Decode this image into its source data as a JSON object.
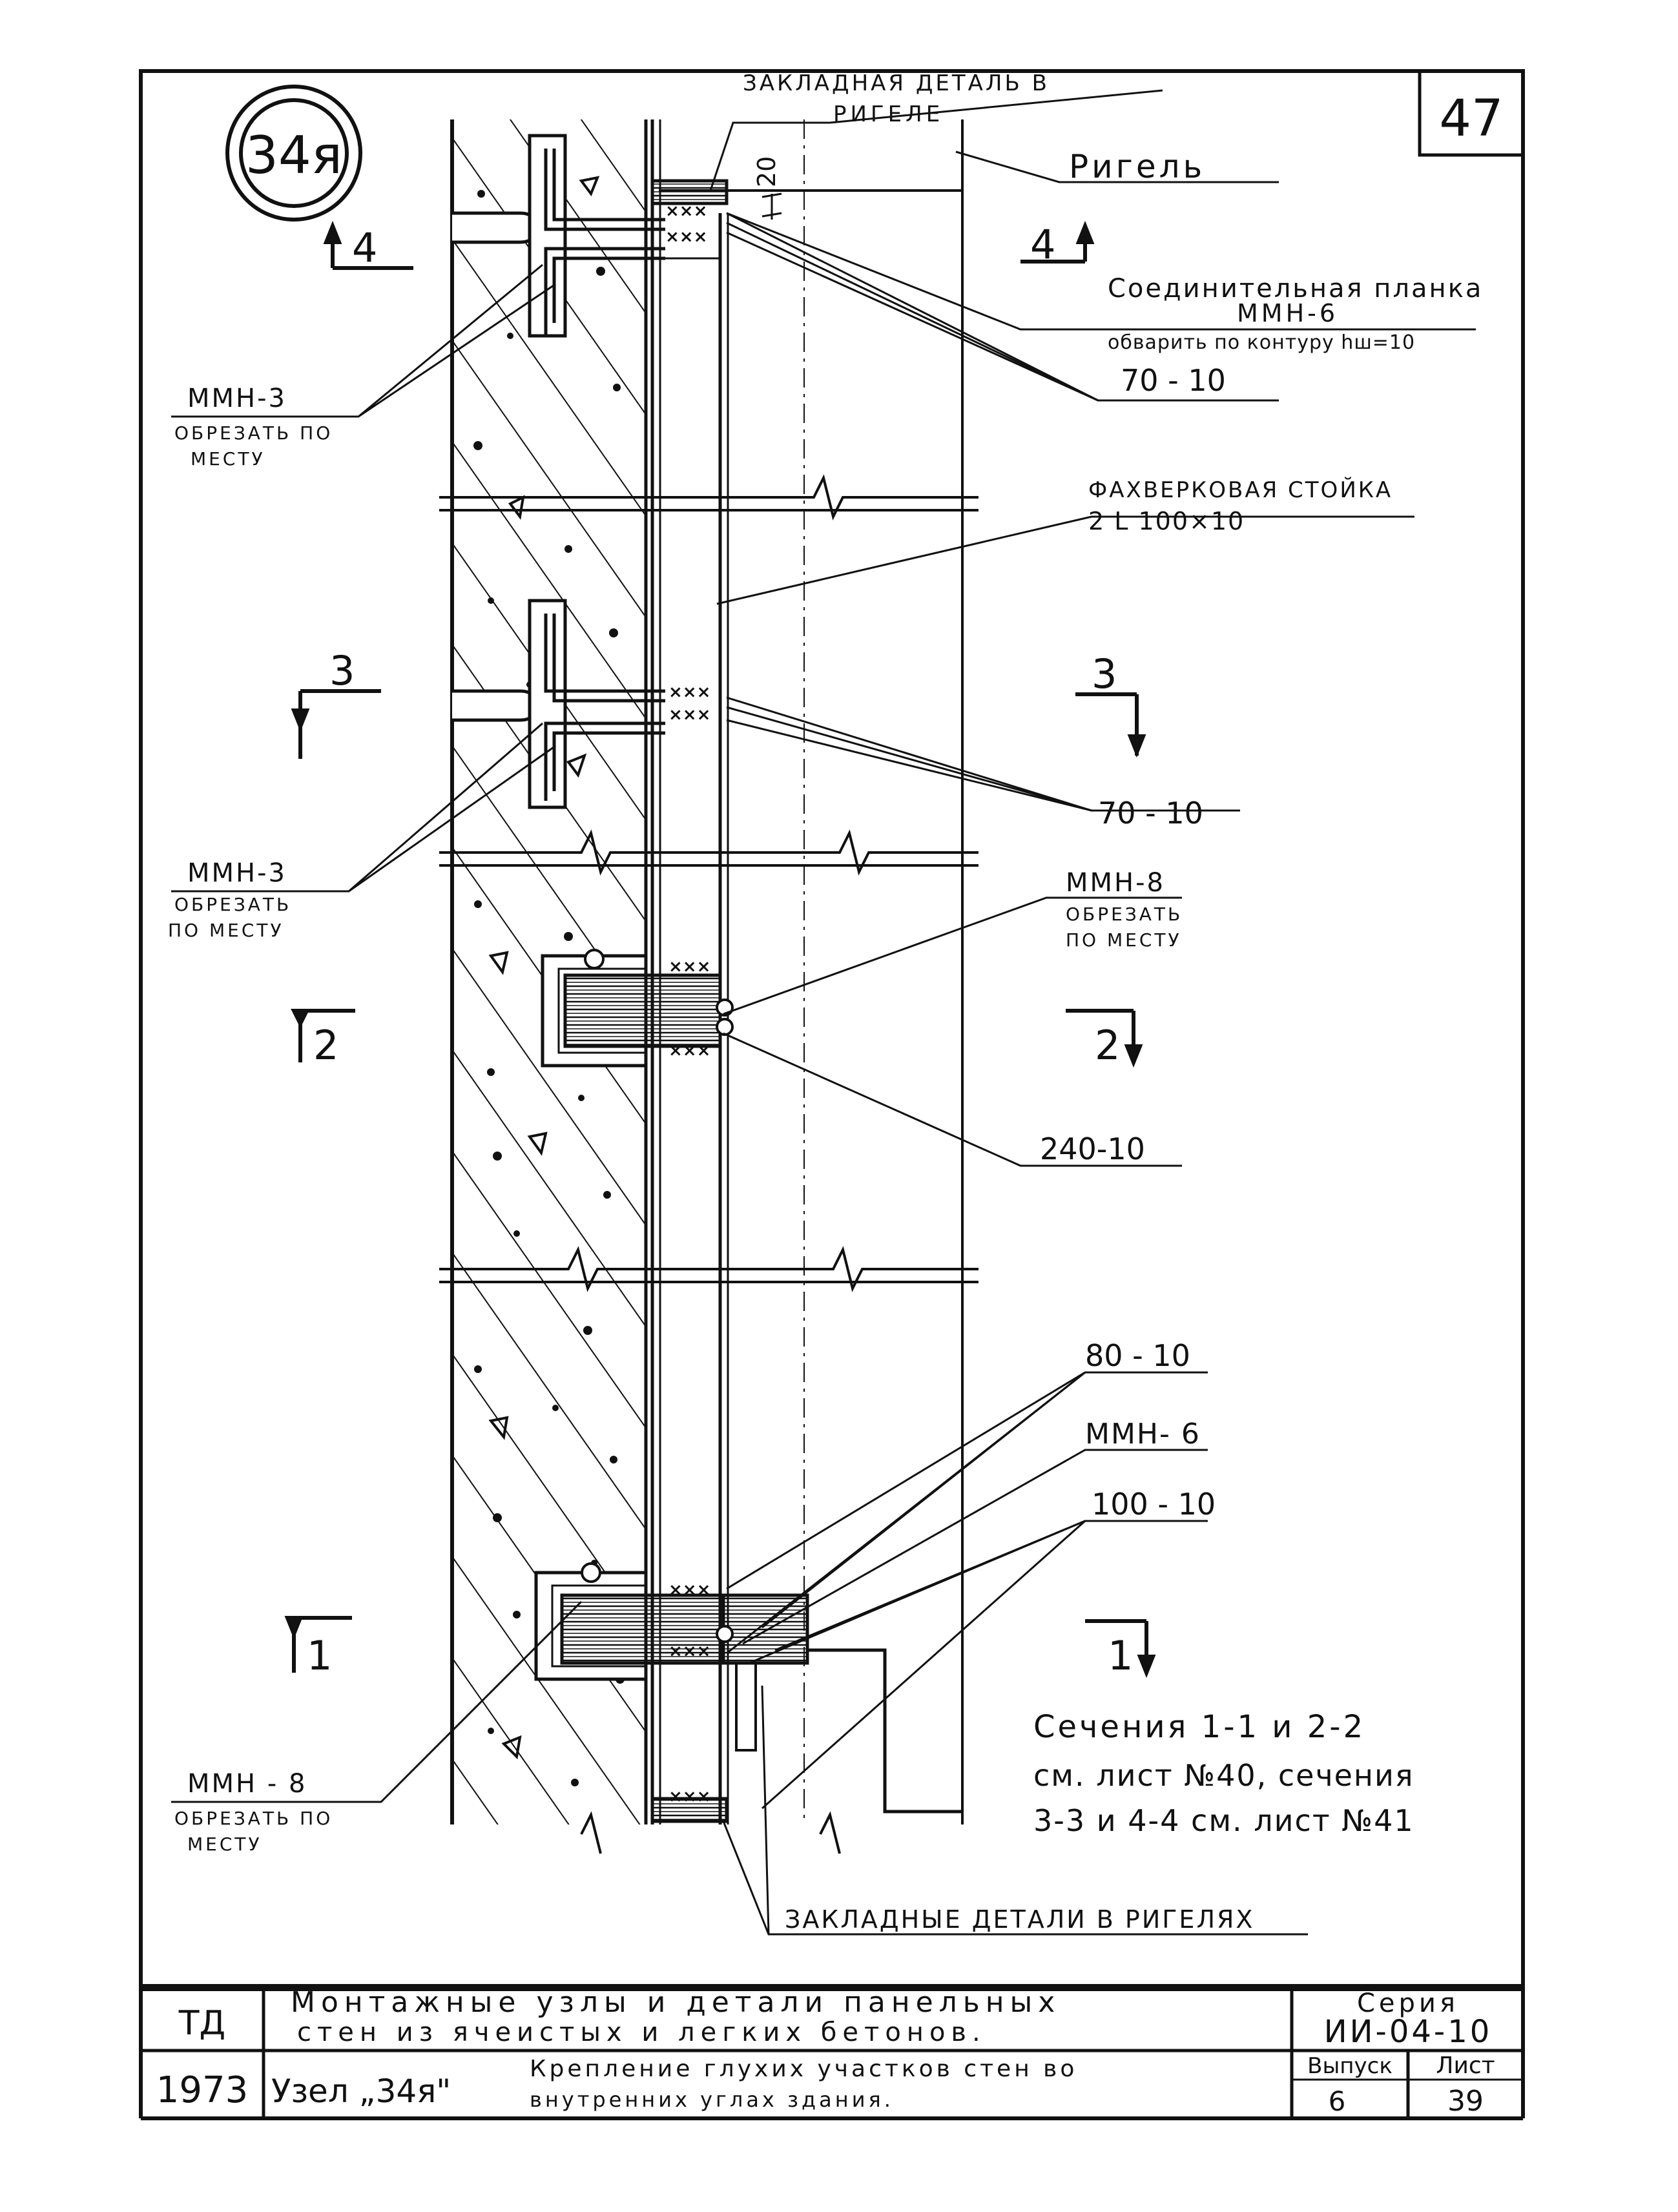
{
  "sheet": {
    "page_number": "47",
    "node_badge": "34я",
    "colors": {
      "ink": "#111111",
      "paper": "#ffffff"
    }
  },
  "labels": {
    "zakladnaya_line1": "ЗАКЛАДНАЯ ДЕТАЛЬ В",
    "zakladnaya_line2": "РИГЕЛЕ",
    "rigel": "Ригель",
    "dim_20": "20",
    "soed_line1": "Соединительная планка",
    "soed_line2": "ММН-6",
    "soed_line3": "обварить по контуру hш=10",
    "weld_70_10_a": "70 - 10",
    "mmn3_a_line1": "ММН-3",
    "mmn3_a_line2": "ОБРЕЗАТЬ ПО",
    "mmn3_a_line3": "МЕСТУ",
    "fachwerk_line1": "ФАХВЕРКОВАЯ СТОЙКА",
    "fachwerk_line2": "2 L 100×10",
    "weld_70_10_b": "70 - 10",
    "mmn3_b_line1": "ММН-3",
    "mmn3_b_line2": "ОБРЕЗАТЬ",
    "mmn3_b_line3": "ПО МЕСТУ",
    "mmn8_a_line1": "ММН-8",
    "mmn8_a_line2": "ОБРЕЗАТЬ",
    "mmn8_a_line3": "ПО МЕСТУ",
    "weld_240_10": "240-10",
    "weld_80_10": "80 - 10",
    "mmn6": "ММН- 6",
    "weld_100_10": "100 - 10",
    "mmn8_b_line1": "ММН - 8",
    "mmn8_b_line2": "ОБРЕЗАТЬ ПО",
    "mmn8_b_line3": "МЕСТУ",
    "note_line1": "Сечения 1-1 и 2-2",
    "note_line2": "см. лист №40, сечения",
    "note_line3": "3-3 и 4-4 см. лист №41",
    "zakladnye_bottom": "ЗАКЛАДНЫЕ ДЕТАЛИ В РИГЕЛЯХ"
  },
  "section_marks": {
    "s4_left": "4",
    "s4_right": "4",
    "s3_left": "3",
    "s3_right": "3",
    "s2_left": "2",
    "s2_right": "2",
    "s1_left": "1",
    "s1_right": "1"
  },
  "title_block": {
    "org": "ТД",
    "year": "1973",
    "title_line1": "Монтажные узлы и детали панельных",
    "title_line2": "стен из ячеистых и легких бетонов.",
    "series_label": "Серия",
    "series_value": "ИИ-04-10",
    "node_label": "Узел „34я\"",
    "desc_line1": "Крепление глухих участков стен во",
    "desc_line2": "внутренних углах здания.",
    "issue_label": "Выпуск",
    "issue_value": "6",
    "sheet_label": "Лист",
    "sheet_value": "39"
  }
}
